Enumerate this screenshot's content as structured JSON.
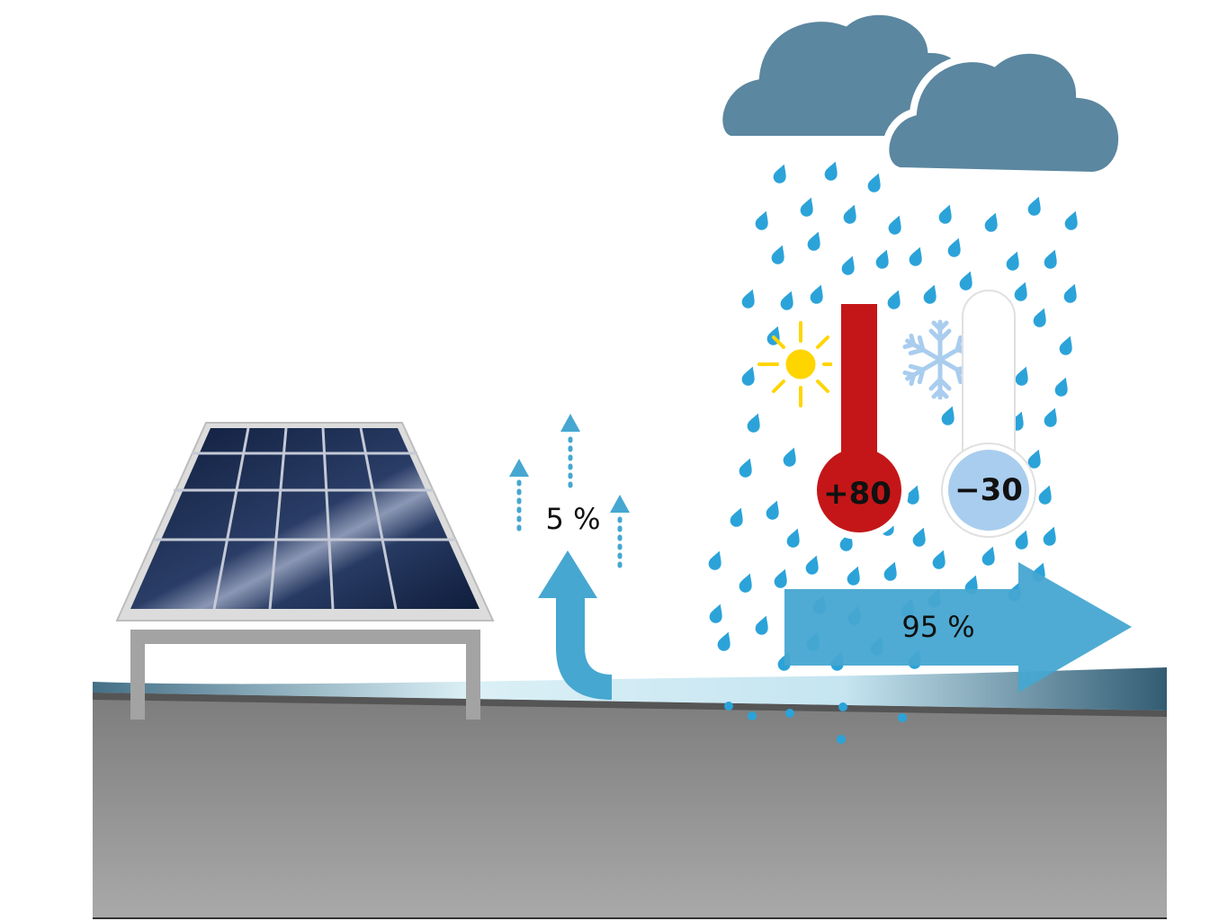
{
  "labels": {
    "evaporation": "5 %",
    "runoff": "95 %",
    "temp_high": "+80",
    "temp_low": "−30"
  },
  "colors": {
    "cloud": "#5b87a0",
    "water_drop": "#2ba3d9",
    "arrow": "#46a7d1",
    "thermo_hot": "#c41618",
    "thermo_cold": "#a9cdee",
    "sun": "#ffd500",
    "snowflake": "#a9cdee",
    "ground": "#8e8e8e",
    "panel": "#13254a"
  },
  "icons": {
    "cloud": "cloud-icon",
    "raindrop": "raindrop-icon",
    "sun": "sun-icon",
    "snowflake": "snowflake-icon",
    "thermometer": "thermometer-icon",
    "solar_panel": "solar-panel-icon"
  }
}
